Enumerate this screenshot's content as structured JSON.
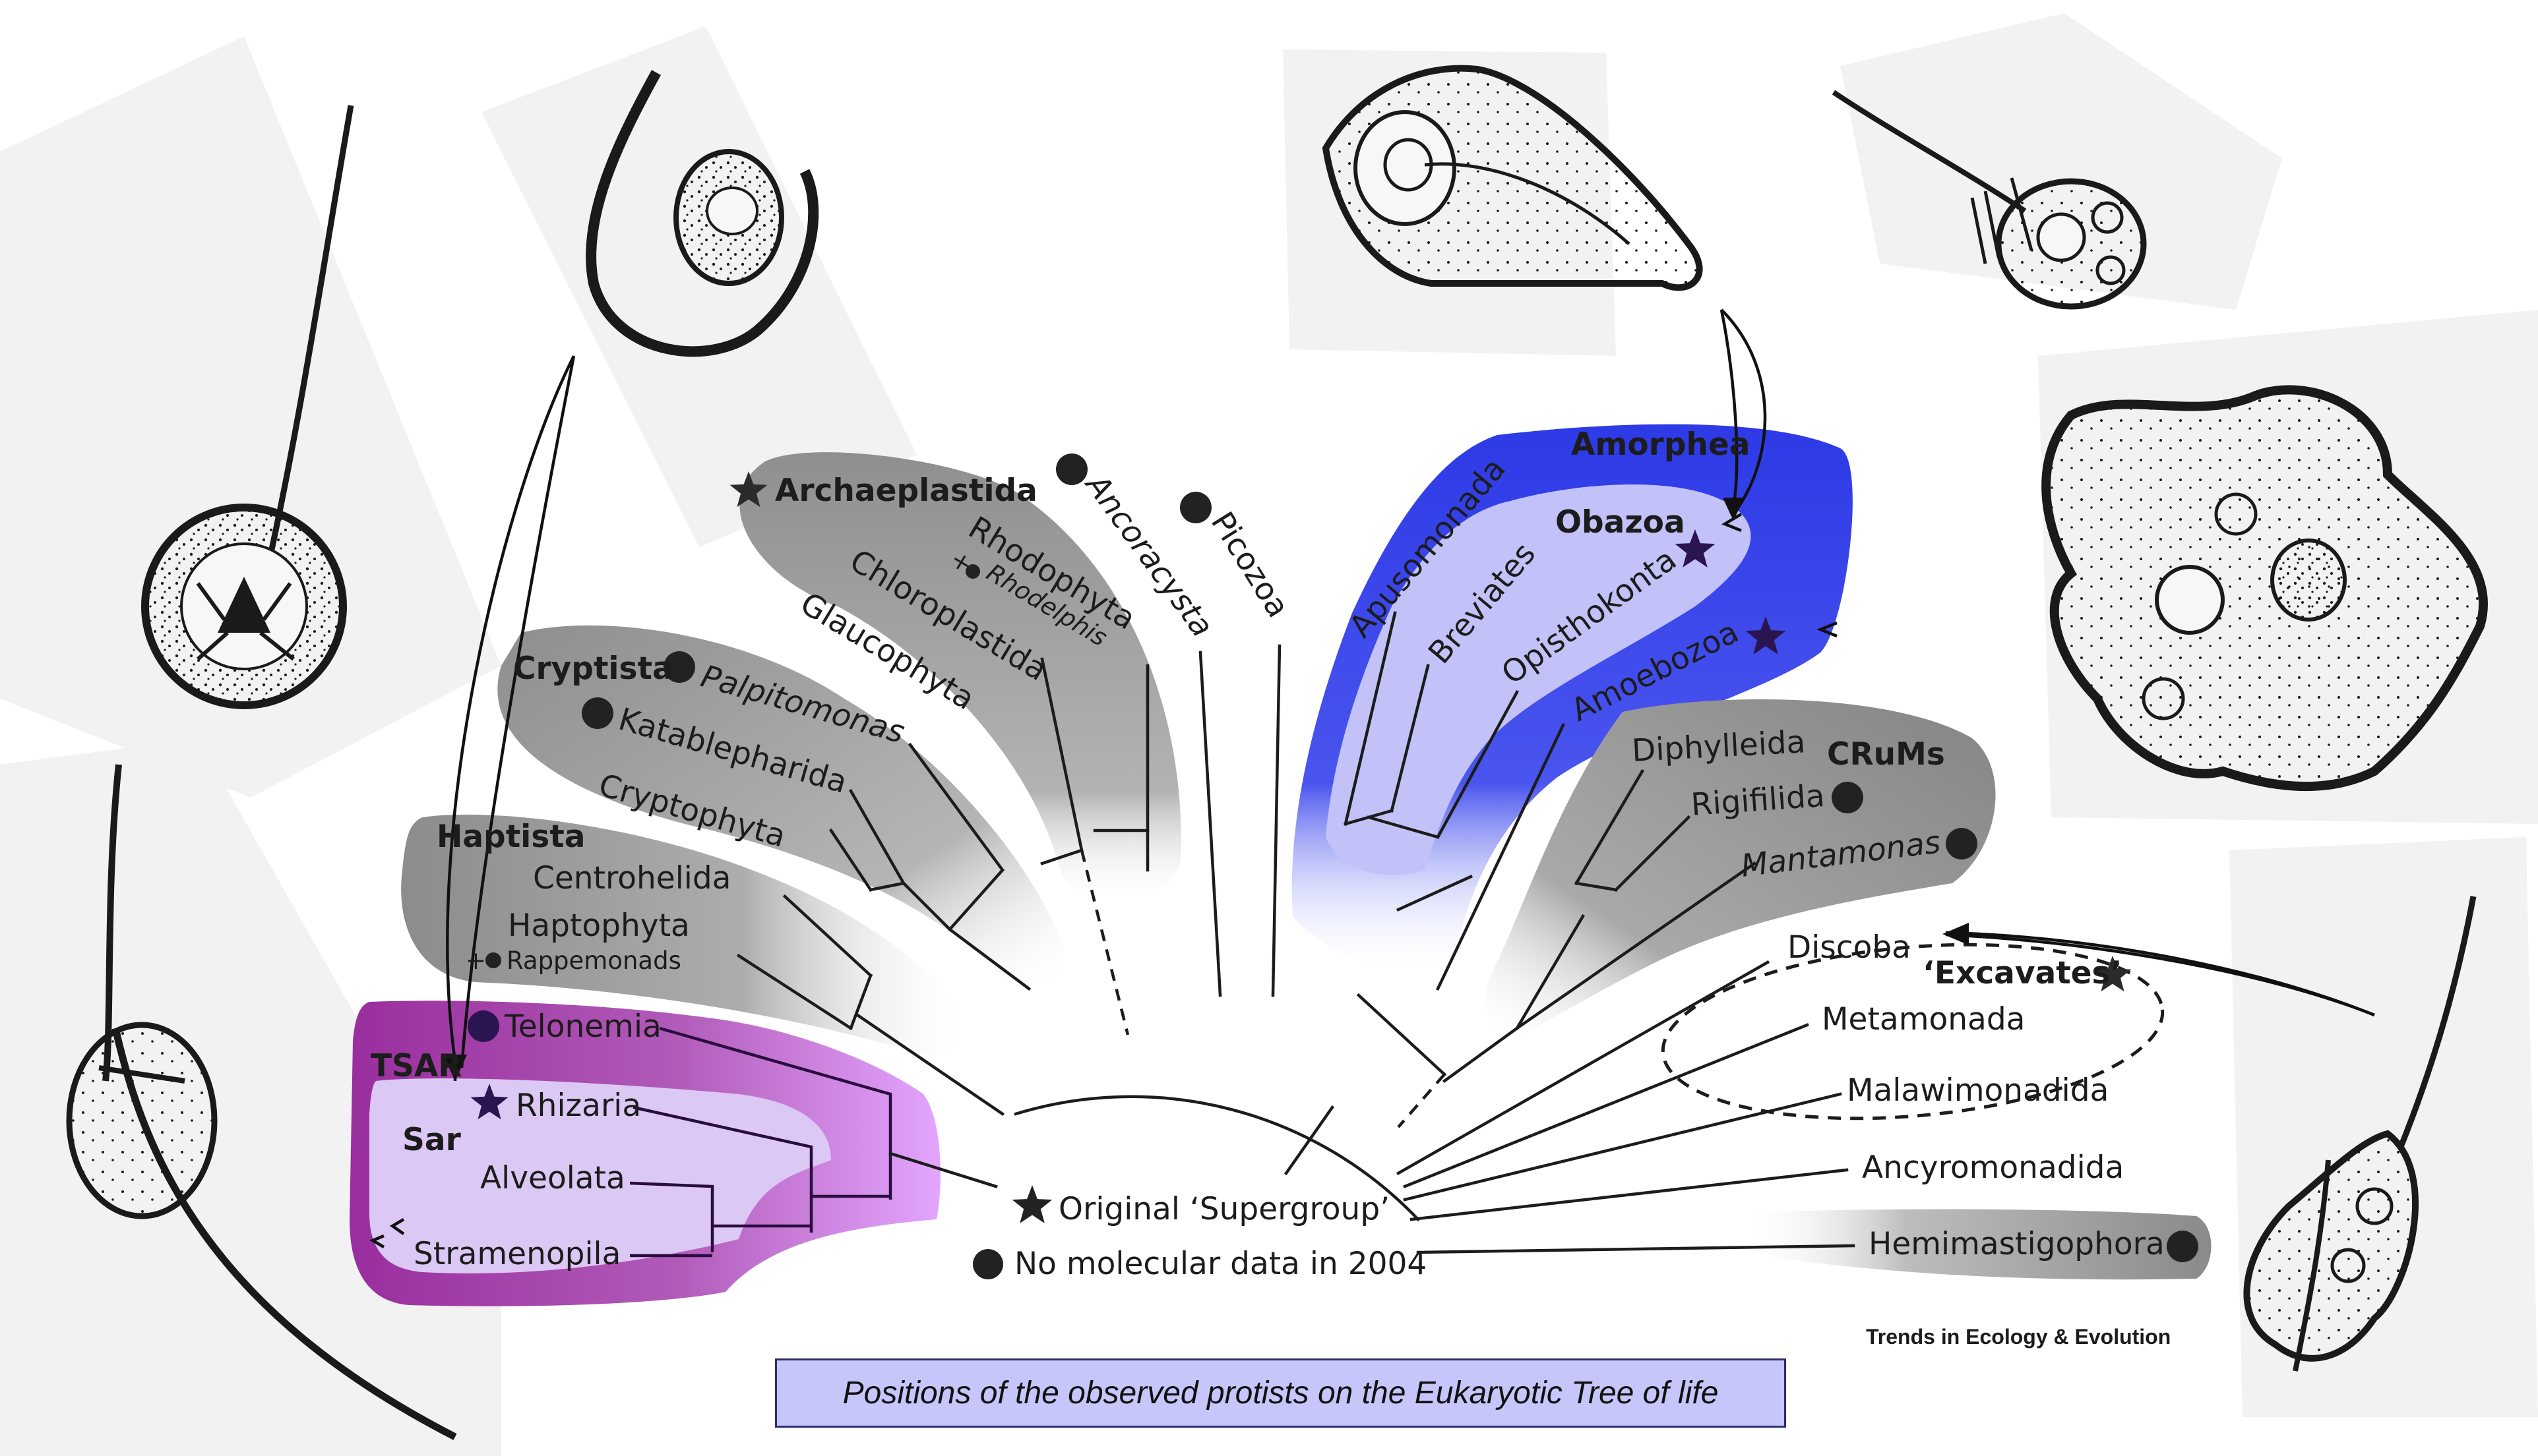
{
  "tree": {
    "groups": {
      "archaeplastida": {
        "name": "Archaeplastida",
        "taxa": [
          "Rhodophyta",
          "+",
          "Rhodelphis",
          "Chloroplastida",
          "Glaucophyta"
        ]
      },
      "cryptista": {
        "name": "Cryptista",
        "taxa": [
          "Palpitomonas",
          "Katablepharida",
          "Cryptophyta"
        ]
      },
      "haptista": {
        "name": "Haptista",
        "taxa": [
          "Centrohelida",
          "Haptophyta",
          "+",
          "Rappemonads"
        ]
      },
      "tsar": {
        "name": "TSAR",
        "taxa": [
          "Telonemia"
        ]
      },
      "sar": {
        "name": "Sar",
        "taxa": [
          "Rhizaria",
          "Alveolata",
          "Stramenopila"
        ]
      },
      "amorphea": {
        "name": "Amorphea",
        "taxa": [
          "Apusomonada",
          "Breviates",
          "Amoebozoa"
        ]
      },
      "obazoa": {
        "name": "Obazoa",
        "taxa": [
          "Opisthokonta"
        ]
      },
      "crums": {
        "name": "CRuMs",
        "taxa": [
          "Diphylleida",
          "Rigifilida",
          "Mantamonas"
        ]
      },
      "excavates": {
        "name": "‘Excavates’",
        "taxa": [
          "Discoba",
          "Metamonada",
          "Malawimonadida"
        ]
      }
    },
    "other_lineages": [
      "Ancoracysta",
      "Picozoa",
      "Ancyromonadida",
      "Hemimastigophora"
    ],
    "colors": {
      "purple_group": "#9b2fa0",
      "blue_group": "#3340e8",
      "gray_group": "#8a8a8a",
      "star": "#2a1550"
    }
  },
  "legend": {
    "star_label": "Original ‘Supergroup’",
    "dot_label": "No molecular data in 2004"
  },
  "credit": "Trends in Ecology & Evolution",
  "caption": "Positions of the observed protists on the Eukaryotic Tree of life"
}
